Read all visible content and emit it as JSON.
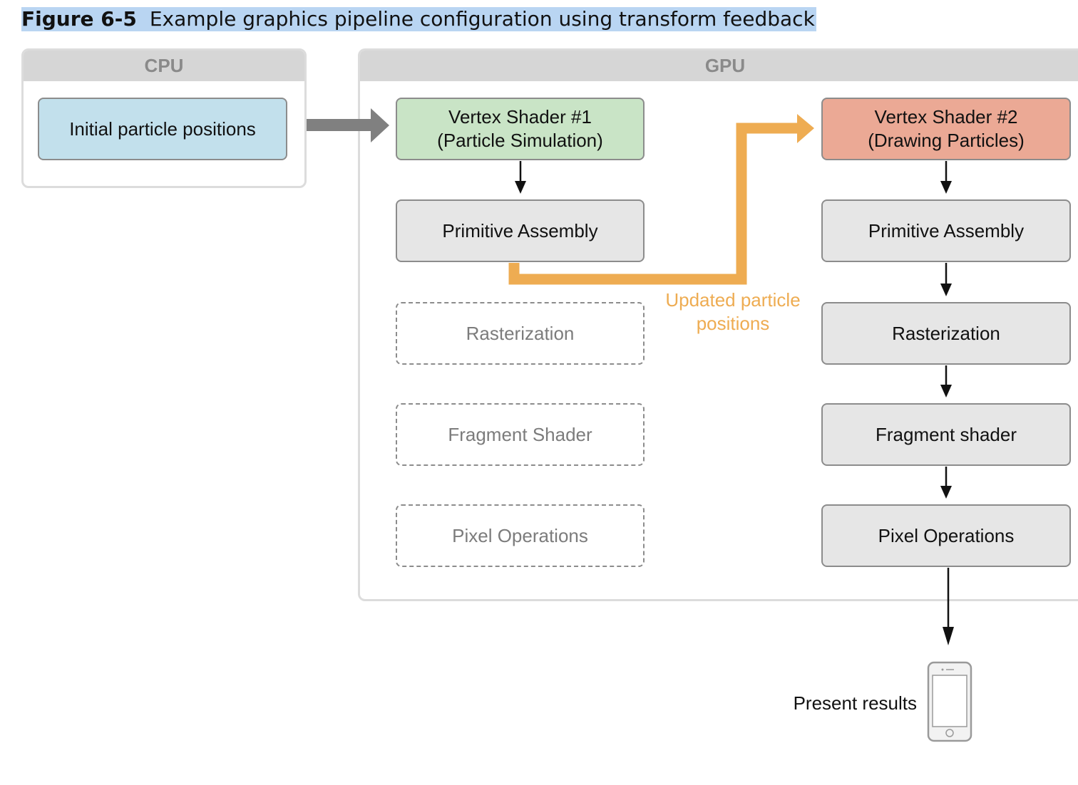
{
  "figure": {
    "number": "Figure 6-5",
    "caption": "Example graphics pipeline configuration using transform feedback"
  },
  "cpu": {
    "title": "CPU",
    "nodes": [
      {
        "label": "Initial particle positions",
        "color": "#c2e0ec"
      }
    ]
  },
  "gpu": {
    "title": "GPU",
    "pipeline_1": [
      {
        "label": "Vertex Shader #1\n(Particle Simulation)",
        "style": "active",
        "color": "#c9e4c6"
      },
      {
        "label": "Primitive Assembly",
        "style": "active"
      },
      {
        "label": "Rasterization",
        "style": "disabled"
      },
      {
        "label": "Fragment Shader",
        "style": "disabled"
      },
      {
        "label": "Pixel Operations",
        "style": "disabled"
      }
    ],
    "pipeline_2": [
      {
        "label": "Vertex Shader #2\n(Drawing Particles)",
        "style": "active",
        "color": "#eba995"
      },
      {
        "label": "Primitive Assembly",
        "style": "active"
      },
      {
        "label": "Rasterization",
        "style": "active"
      },
      {
        "label": "Fragment shader",
        "style": "active"
      },
      {
        "label": "Pixel Operations",
        "style": "active"
      }
    ],
    "feedback_label": "Updated particle\npositions"
  },
  "output": {
    "label": "Present results",
    "icon": "phone-icon"
  },
  "colors": {
    "feedback_arrow": "#eeac52",
    "cpu_arrow": "#808080",
    "caption_highlight": "#b9d5f2"
  }
}
